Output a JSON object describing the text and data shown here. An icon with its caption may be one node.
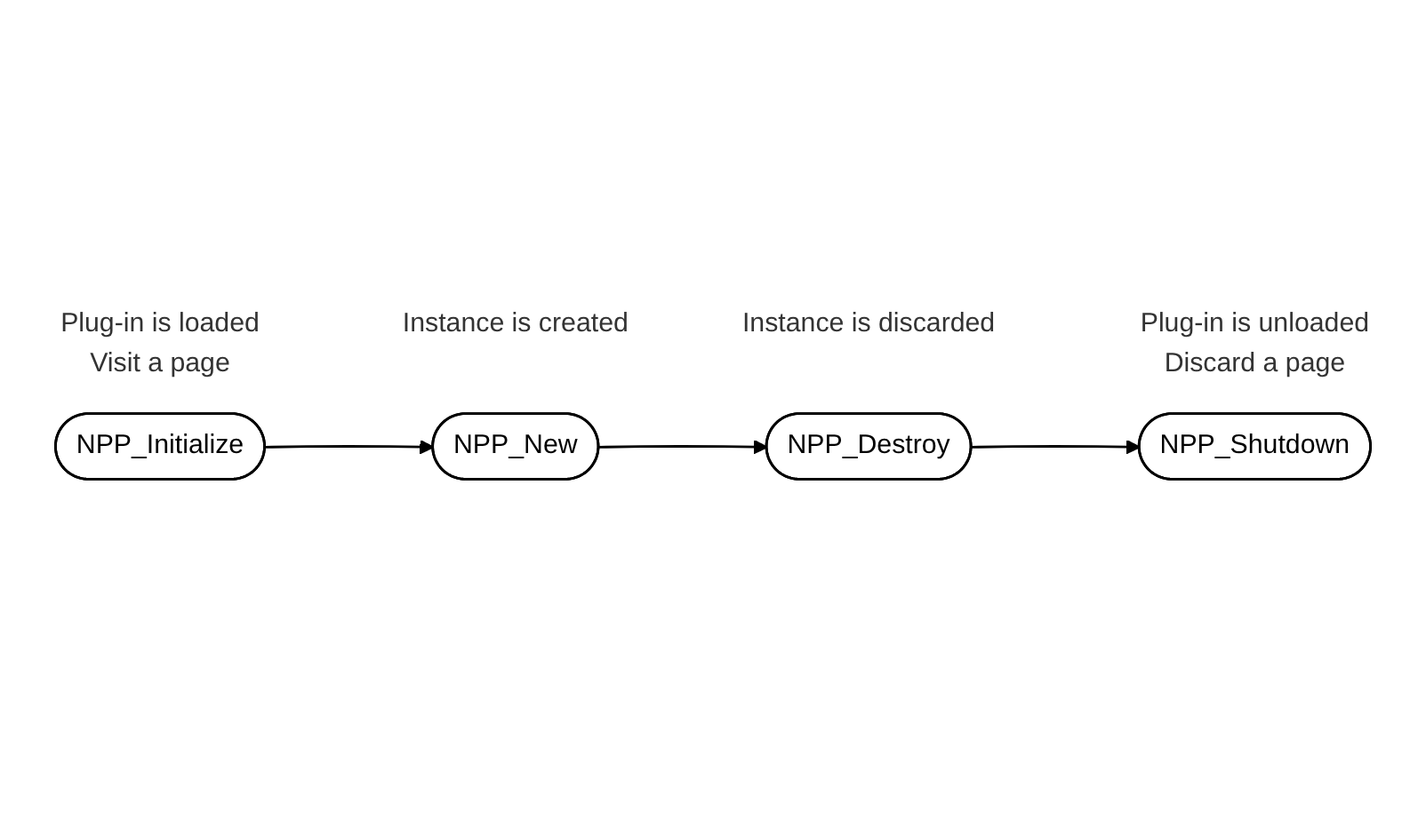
{
  "diagram": {
    "nodes": [
      {
        "text": [
          "NPP_Initialize"
        ],
        "beside": [
          "Plug-in is loaded",
          "Visit a page"
        ]
      },
      {
        "text": [
          "NPP_New"
        ],
        "beside": [
          "Instance is created"
        ]
      },
      {
        "text": [
          "NPP_Destroy"
        ],
        "beside": [
          "Instance is discarded"
        ]
      },
      {
        "text": [
          "NPP_Shutdown"
        ],
        "beside": [
          "Plug-in is unloaded",
          "Discard a page"
        ]
      }
    ],
    "edges": [
      {
        "from": 0,
        "to": 1,
        "arrow": "to"
      },
      {
        "from": 1,
        "to": 2,
        "arrow": "to"
      },
      {
        "from": 2,
        "to": 3,
        "arrow": "to"
      }
    ]
  }
}
